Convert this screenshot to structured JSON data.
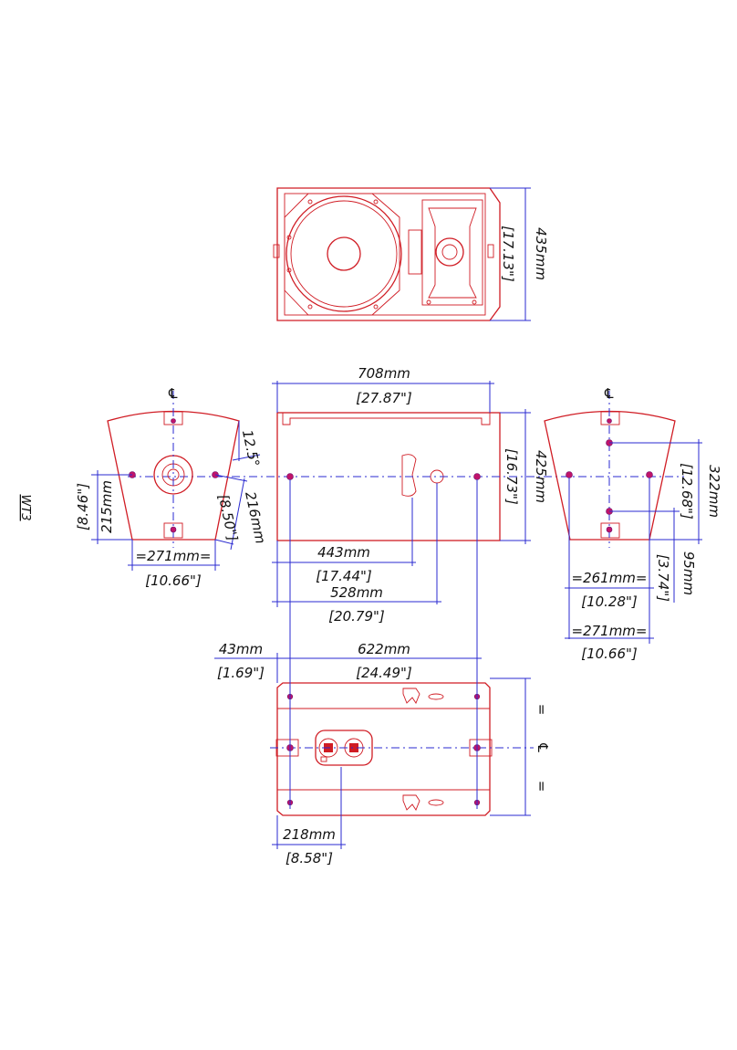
{
  "model": "WT3",
  "symbols": {
    "centerline": "℄",
    "equal": "="
  },
  "front_view": {
    "height_mm": "435mm",
    "height_in": "[17.13\"]"
  },
  "top_view": {
    "width_mm": "708mm",
    "width_in": "[27.87\"]",
    "height_mm": "425mm",
    "height_in": "[16.73\"]",
    "dim_443_mm": "443mm",
    "dim_443_in": "[17.44\"]",
    "dim_528_mm": "528mm",
    "dim_528_in": "[20.79\"]"
  },
  "left_view": {
    "angle": "12.5°",
    "height_mm": "215mm",
    "height_in": "[8.46\"]",
    "slant_mm": "216mm",
    "slant_in": "[8.50\"]",
    "width_mm": "=271mm=",
    "width_in": "[10.66\"]"
  },
  "right_view": {
    "h_322_mm": "322mm",
    "h_322_in": "[12.68\"]",
    "h_95_mm": "95mm",
    "h_95_in": "[3.74\"]",
    "w_261_mm": "=261mm=",
    "w_261_in": "[10.28\"]",
    "w_271_mm": "=271mm=",
    "w_271_in": "[10.66\"]"
  },
  "bottom_view": {
    "dim_43_mm": "43mm",
    "dim_43_in": "[1.69\"]",
    "dim_622_mm": "622mm",
    "dim_622_in": "[24.49\"]",
    "dim_218_mm": "218mm",
    "dim_218_in": "[8.58\"]"
  }
}
